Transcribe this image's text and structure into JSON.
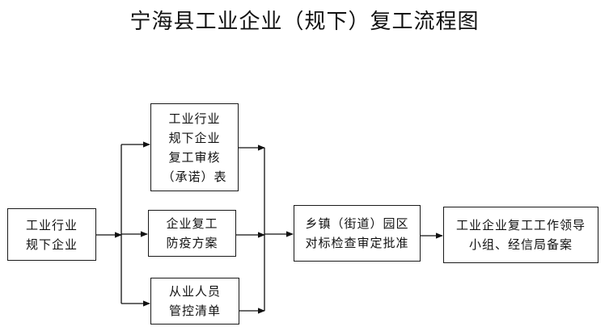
{
  "title": "宁海县工业企业（规下）复工流程图",
  "nodes": {
    "start": "工业行业\n规下企业",
    "review": "工业行业\n规下企业\n复工审核\n（承诺）表",
    "plan": "企业复工\n防疫方案",
    "staff": "从业人员\n管控清单",
    "town": "乡镇（街道）园区\n对标检查审定批准",
    "final": "工业企业复工工作领导\n小组、经信局备案"
  }
}
